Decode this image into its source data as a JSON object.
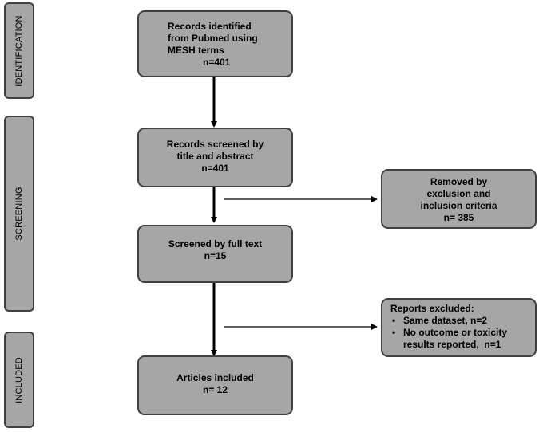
{
  "stages": {
    "identification": "IDENTIFICATION",
    "screening": "SCREENING",
    "included": "INCLUDED"
  },
  "boxes": {
    "records_identified": [
      "Records identified",
      "from Pubmed using",
      "MESH terms",
      "n=401"
    ],
    "records_screened": [
      "Records screened by",
      "title and abstract",
      "n=401"
    ],
    "removed": [
      "Removed by",
      "exclusion and",
      "inclusion criteria",
      "n= 385"
    ],
    "full_text": [
      "Screened by full text",
      "n=15"
    ],
    "reports_excluded": {
      "title": "Reports excluded:",
      "items": [
        [
          "Same dataset, n=2"
        ],
        [
          "No outcome or toxicity",
          "results reported,  n=1"
        ]
      ]
    },
    "articles_included": [
      "Articles included",
      "n= 12"
    ]
  }
}
